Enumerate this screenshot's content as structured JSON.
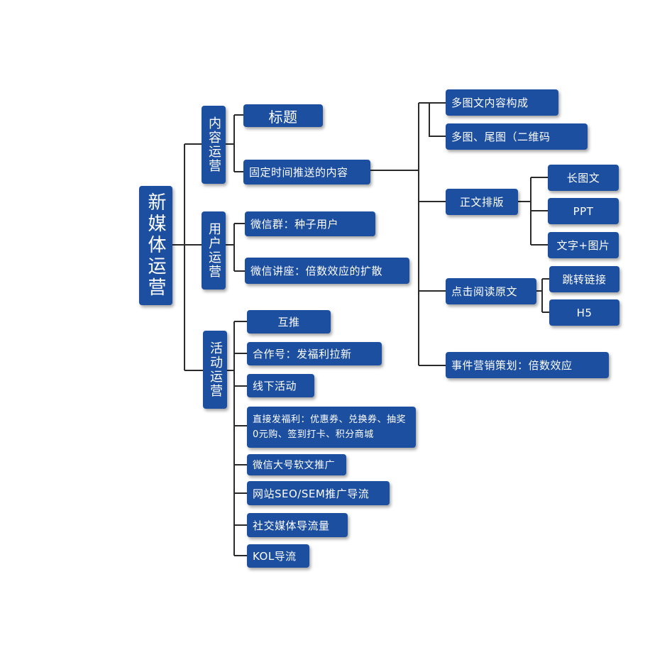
{
  "root": "新媒体运营",
  "categories": {
    "content": "内容运营",
    "user": "用户运营",
    "activity": "活动运营"
  },
  "content": {
    "title": "标题",
    "scheduled": "固定时间推送的内容",
    "multi_image": "多图文内容构成",
    "tail_image": "多图、尾图（二维码",
    "layout": "正文排版",
    "layout_items": [
      "长图文",
      "PPT",
      "文字+图片"
    ],
    "read_more": "点击阅读原文",
    "read_more_items": [
      "跳转链接",
      "H5"
    ],
    "event": "事件营销策划：倍数效应"
  },
  "user": {
    "wechat_group": "微信群：种子用户",
    "wechat_lecture": "微信讲座：倍数效应的扩散"
  },
  "activity": {
    "items": [
      "互推",
      "合作号：发福利拉新",
      "线下活动",
      "直接发福利：优惠券、兑换券、抽奖0元购、签到打卡、积分商城",
      "微信大号软文推广",
      "网站SEO/SEM推广导流",
      "社交媒体导流量",
      "KOL导流"
    ]
  },
  "colors": {
    "node": "#1d4fa0",
    "line": "#2a2a2a",
    "text": "#ffffff"
  }
}
